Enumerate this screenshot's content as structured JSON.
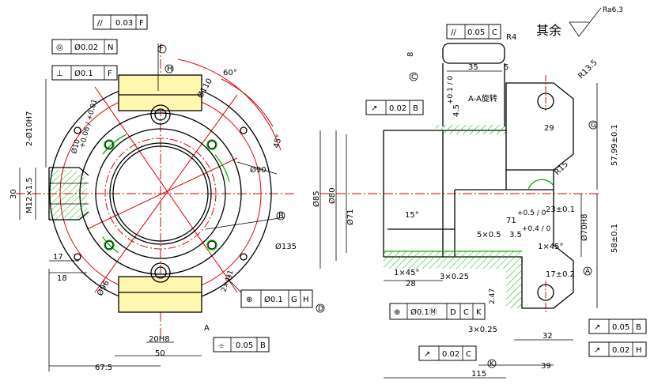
{
  "left_view": {
    "fcf_coax": {
      "symbol": "◎",
      "tol": "Ø0.02",
      "datum": "N"
    },
    "fcf_perp": {
      "symbol": "⊥",
      "tol": "Ø0.1",
      "datum": "F"
    },
    "fcf_par_top": {
      "symbol": "//",
      "tol": "0.03",
      "datum": "F"
    },
    "fcf_pos": {
      "symbol": "⊕",
      "tol": "Ø0.1",
      "datum1": "G",
      "datum2": "H"
    },
    "fcf_sym": {
      "symbol": "⌯",
      "tol": "0.05",
      "datum": "B"
    },
    "dims": {
      "holes": "2-Ø10H7",
      "thread": "M12×1.5",
      "d30": "30",
      "d17": "17",
      "d18": "18",
      "d20h8": "20H8",
      "d50": "50",
      "d67_5": "67.5",
      "d96": "Ø96",
      "d110": "Ø110",
      "d90": "Ø90",
      "d135": "Ø135",
      "a60": "60°",
      "a45": "45°",
      "small_hole": "Ø10",
      "small_hole_tol": "+0.06 / +0.01",
      "labelF": "F",
      "labelH": "H",
      "labelB": "B",
      "labelA": "A",
      "depth": "2×4ǂ1"
    }
  },
  "right_view": {
    "note_text": "其余",
    "roughness": "Ra6.3",
    "section_label": "A-A旋转",
    "fcf_par": {
      "symbol": "//",
      "tol": "0.05",
      "datum": "C"
    },
    "fcf_run1": {
      "symbol": "↗",
      "tol": "0.02",
      "datum": "B"
    },
    "fcf_run2": {
      "symbol": "↗",
      "tol": "0.05",
      "datum": "B"
    },
    "fcf_run3": {
      "symbol": "↗",
      "tol": "0.02",
      "datum": "H"
    },
    "fcf_run4": {
      "symbol": "↗",
      "tol": "0.02",
      "datum": "C"
    },
    "fcf_pos": {
      "symbol": "⊕",
      "tol": "Ø0.1Ⓜ",
      "d1": "D",
      "d2": "C",
      "d3": "K"
    },
    "dims": {
      "r4": "R4",
      "d35": "35",
      "d5": "5",
      "d8": "8",
      "r13_5": "R13.5",
      "d4_5": "4.5",
      "d4_5tol": "+0.1 / 0",
      "d29": "29",
      "d57_99": "57.99±0.1",
      "r15": "R15",
      "d85": "Ø85",
      "d80": "Ø80",
      "d71": "Ø71",
      "a15": "15°",
      "d71bore": "71",
      "d71tol": "+0.5 / 0",
      "d23": "23±0.1",
      "d70h8": "Ø70H8",
      "d5x05": "5×0.5",
      "d3_5": "3.5",
      "d3_5tol": "+0.4 / 0",
      "d58": "58±0.1",
      "c1x45a": "1×45°",
      "c1x45b": "1×45°",
      "d28": "28",
      "d3x025a": "3×0.25",
      "d3x025b": "3×0.25",
      "d17": "17±0.2",
      "d2_47": "2.47",
      "d32": "32",
      "d115": "115",
      "d39": "39",
      "labelC": "C",
      "labelD": "D",
      "labelG": "G",
      "labelK": "K",
      "labelA": "A"
    }
  }
}
